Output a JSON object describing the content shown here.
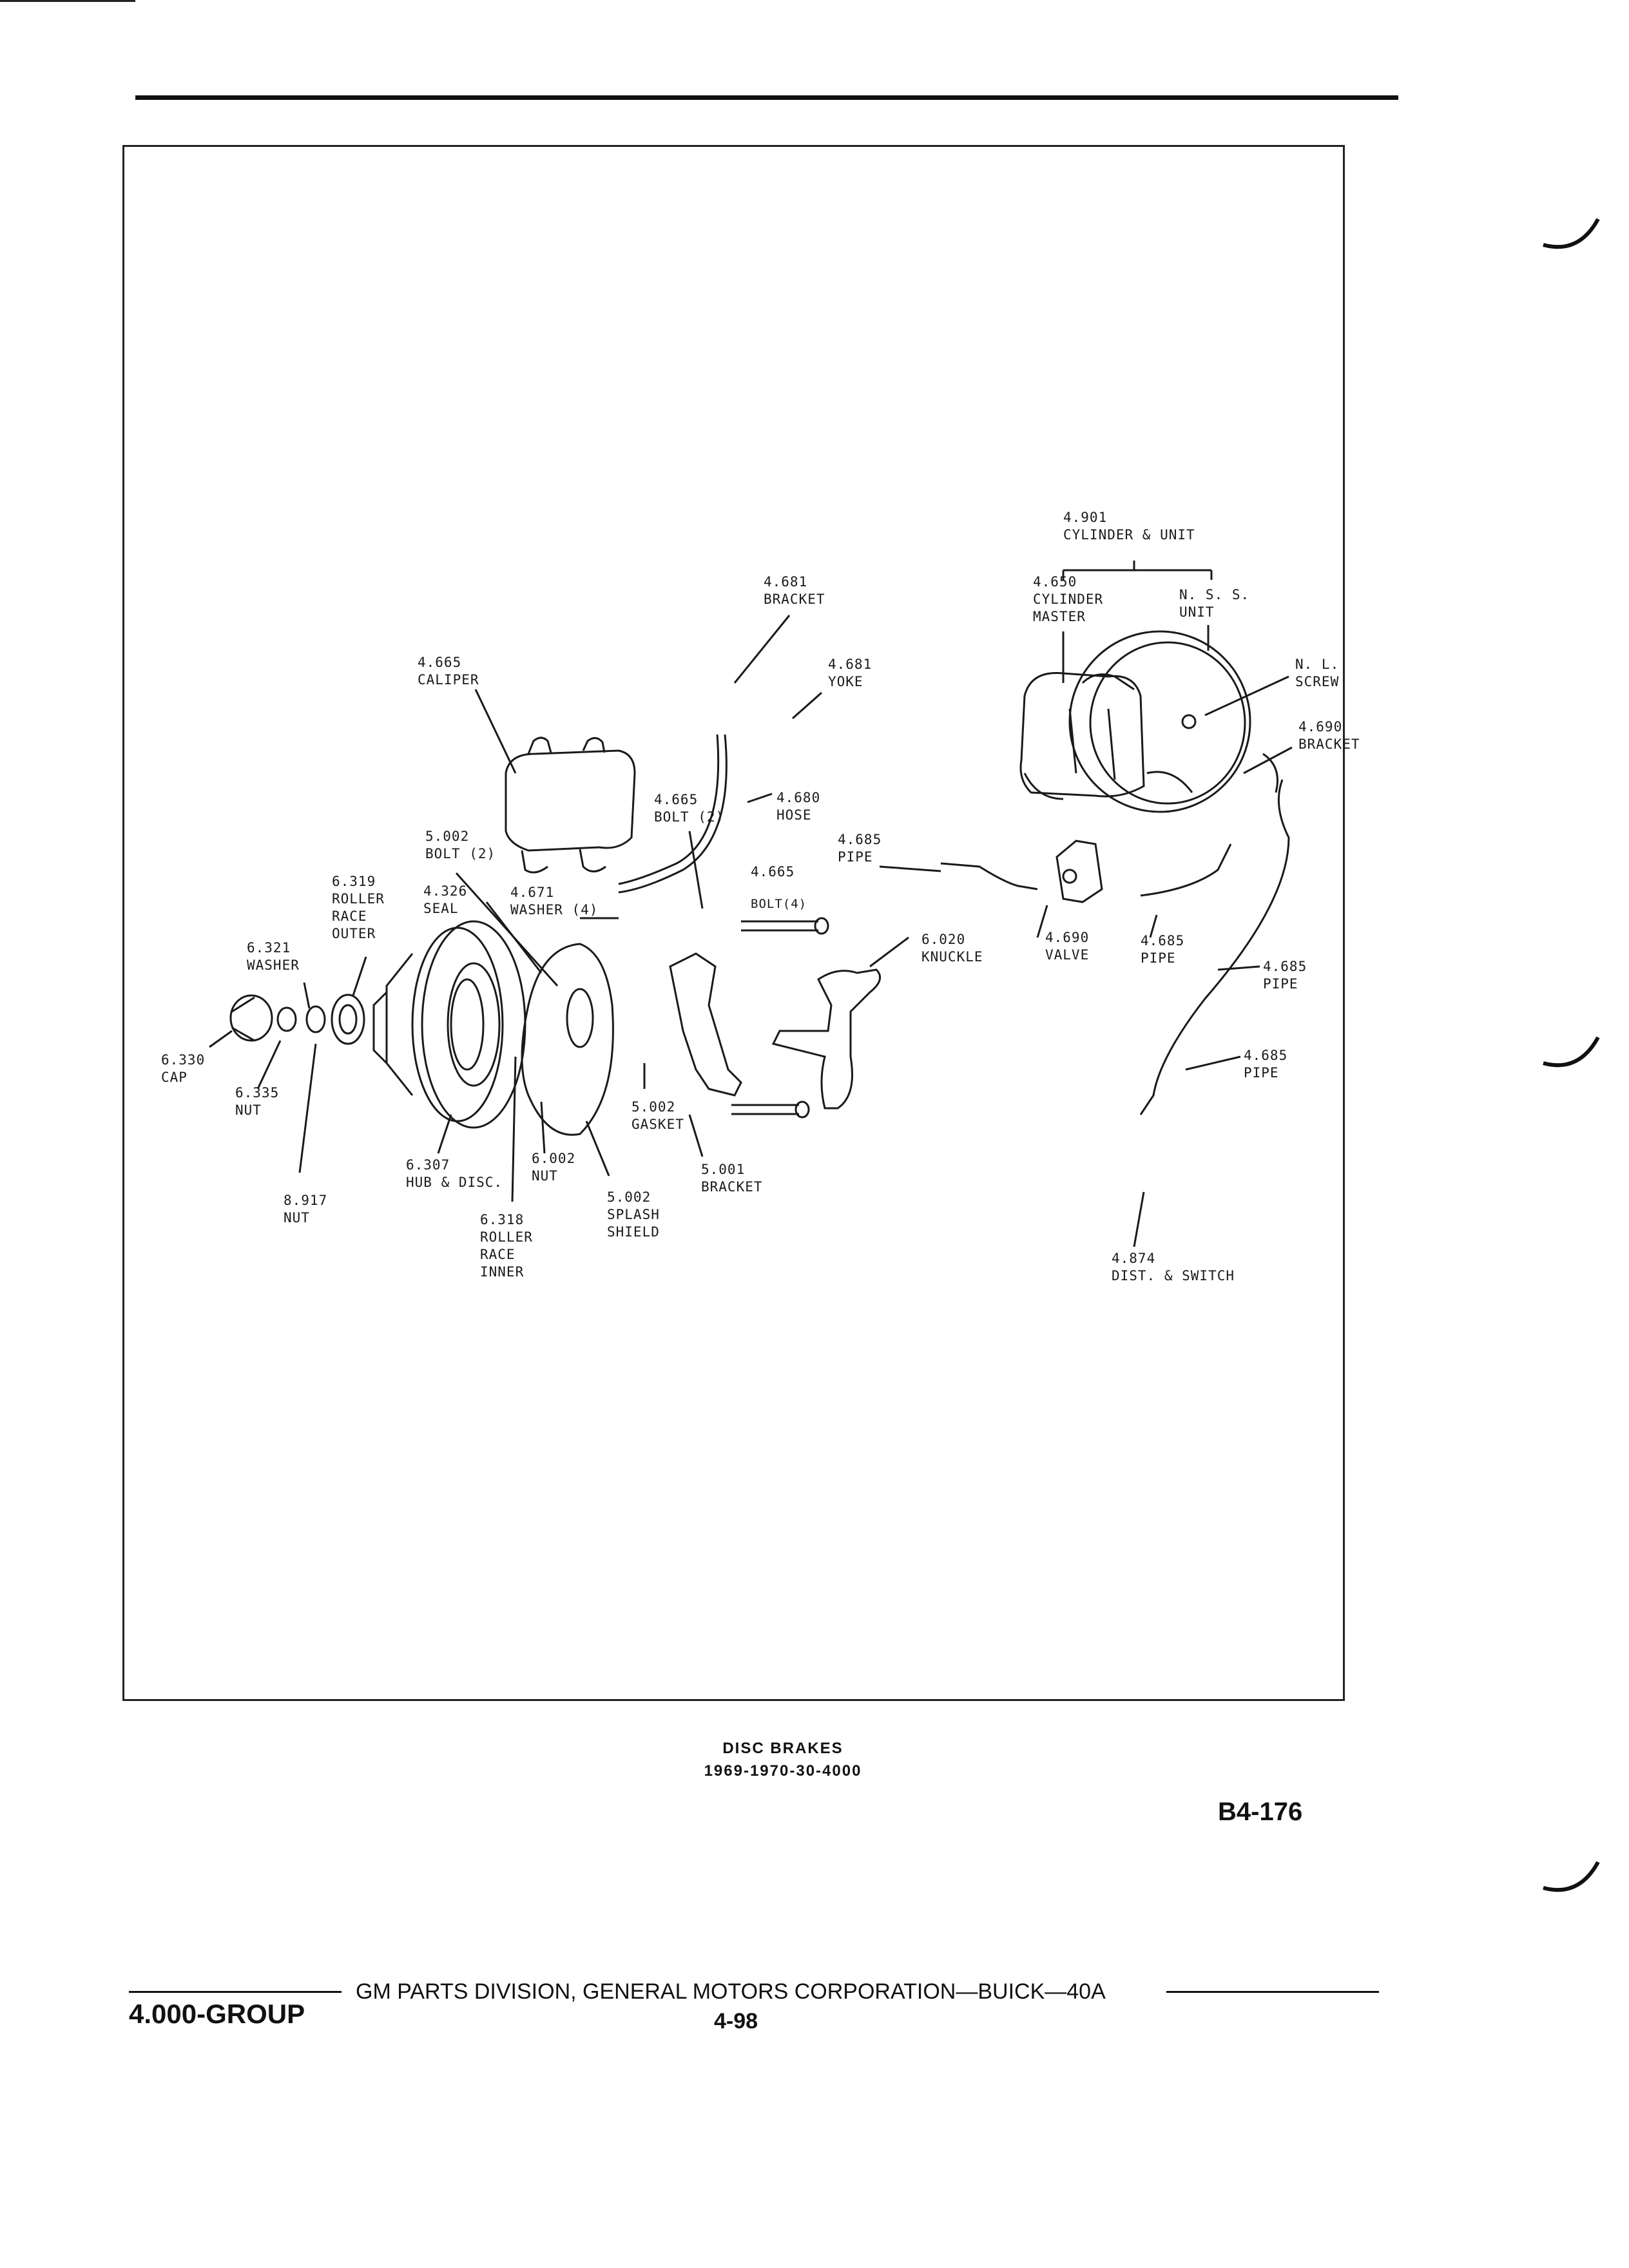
{
  "labels": {
    "cyl_unit": "4.901\nCYLINDER & UNIT",
    "cyl_master": "4.650\nCYLINDER\nMASTER",
    "nss_unit": "N. S. S.\nUNIT",
    "nl_screw": "N. L.\nSCREW",
    "bracket_4690": "4.690\nBRACKET",
    "bracket_4681": "4.681\nBRACKET",
    "yoke_4681": "4.681\nYOKE",
    "caliper": "4.665\nCALIPER",
    "bolt_4665_2": "4.665\nBOLT (2)",
    "hose_4680": "4.680\nHOSE",
    "pipe_4685_a": "4.685\nPIPE",
    "bolt_4665_4": "4.665",
    "bolt4_small": "BOLT(4)",
    "bolt_5002": "5.002\nBOLT (2)",
    "roller_outer": "6.319\nROLLER\nRACE\nOUTER",
    "seal_4326": "4.326\nSEAL",
    "washer_4671": "4.671\nWASHER (4)",
    "washer_6321": "6.321\nWASHER",
    "knuckle": "6.020\nKNUCKLE",
    "valve_4690": "4.690\nVALVE",
    "pipe_4685_b": "4.685\nPIPE",
    "pipe_4685_c": "4.685\nPIPE",
    "pipe_4685_d": "4.685\nPIPE",
    "cap_6330": "6.330\nCAP",
    "nut_6335": "6.335\nNUT",
    "gasket_5002": "5.002\nGASKET",
    "hub_disc": "6.307\nHUB & DISC.",
    "nut_6002": "6.002\nNUT",
    "bracket_5001": "5.001\nBRACKET",
    "nut_8917": "8.917\nNUT",
    "roller_inner": "6.318\nROLLER\nRACE\nINNER",
    "splash_shield": "5.002\nSPLASH\nSHIELD",
    "dist_switch": "4.874\nDIST. & SWITCH"
  },
  "caption": {
    "line1": "DISC BRAKES",
    "line2": "1969-1970-30-4000"
  },
  "page_id": "B4-176",
  "footer": {
    "group": "4.000-GROUP",
    "title": "GM PARTS DIVISION, GENERAL MOTORS CORPORATION—BUICK—40A",
    "page": "4-98"
  }
}
